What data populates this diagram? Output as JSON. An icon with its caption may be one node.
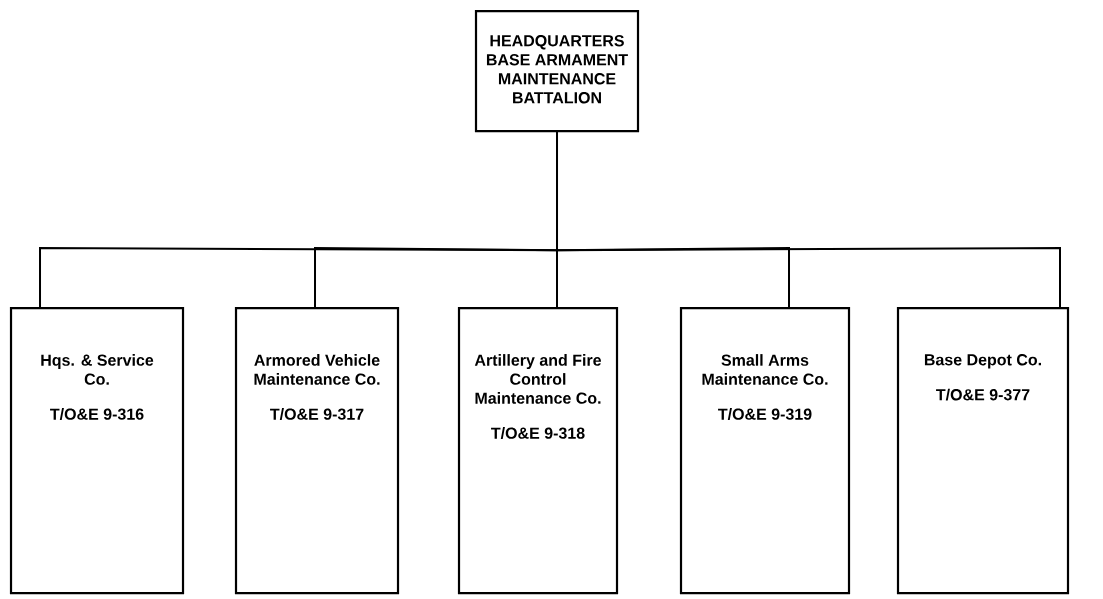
{
  "diagram": {
    "nodes": [
      {
        "text": [
          "HEADQUARTERS BASE ARMAMENT MAINTENANCE BATTALION"
        ]
      },
      {
        "text": [
          "Hqs. & Service Co.",
          "T/O&E 9-316"
        ]
      },
      {
        "text": [
          "Armored Vehicle Maintenance Co.",
          "T/O&E 9-317"
        ]
      },
      {
        "text": [
          "Artillery and Fire Control Maintenance Co.",
          "T/O&E 9-318"
        ]
      },
      {
        "text": [
          "Small Arms Maintenance Co.",
          "T/O&E 9-319"
        ]
      },
      {
        "text": [
          "Base Depot Co.",
          "T/O&E 9-377"
        ]
      }
    ],
    "edges": [
      {
        "from": 0,
        "to": 1,
        "arrow": "none"
      },
      {
        "from": 0,
        "to": 2,
        "arrow": "none"
      },
      {
        "from": 0,
        "to": 3,
        "arrow": "none"
      },
      {
        "from": 0,
        "to": 4,
        "arrow": "none"
      },
      {
        "from": 0,
        "to": 5,
        "arrow": "none"
      }
    ]
  }
}
